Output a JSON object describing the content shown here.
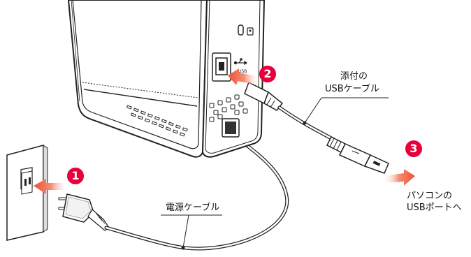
{
  "steps": {
    "step1": "1",
    "step2": "2",
    "step3": "3"
  },
  "labels": {
    "usb_cable_line1": "添付の",
    "usb_cable_line2": "USBケーブル",
    "power_cable": "電源ケーブル",
    "pc_port_line1": "パソコンの",
    "pc_port_line2": "USBポートへ"
  },
  "device": {
    "usb_port_label": "USB",
    "lock_icon": "lock-icon",
    "usb_symbol_icon": "usb-symbol-icon"
  },
  "colors": {
    "badge": "#e8003c",
    "arrow": "#f26a4f",
    "outline": "#222222"
  }
}
